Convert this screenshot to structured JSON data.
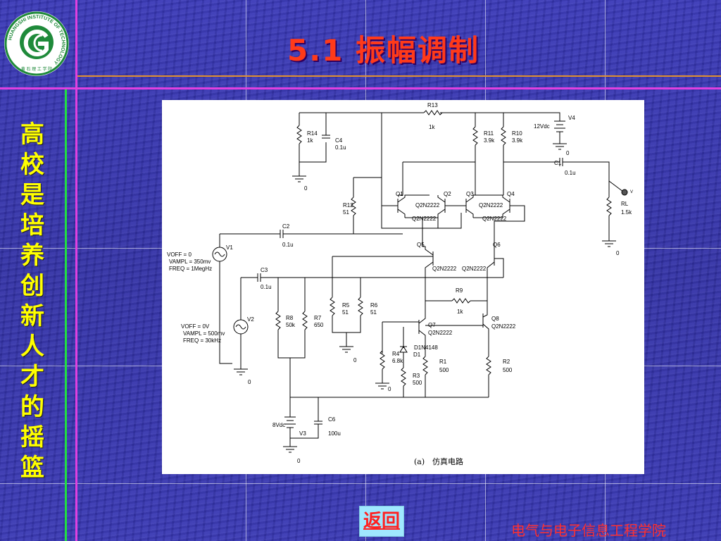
{
  "slide": {
    "title": "5.1  振幅调制",
    "side_text": [
      "高",
      "校",
      "是",
      "培",
      "养",
      "创",
      "新",
      "人",
      "才",
      "的",
      "摇",
      "篮"
    ],
    "back_button": "返回",
    "footer": "电气与电子信息工程学院"
  },
  "logo": {
    "ring_text": "HUANGSHI INSTITUTE OF TECHNOLOGY",
    "bottom_text": "黄 石 理 工 学 院",
    "colors": {
      "ring": "#1f8a3a",
      "inner": "#2e9a4a"
    }
  },
  "diagram": {
    "caption_prefix": "(a)",
    "caption": "仿真电路",
    "components": {
      "R13": {
        "name": "R13",
        "value": "1k"
      },
      "R14": {
        "name": "R14",
        "value": "1k"
      },
      "C4": {
        "name": "C4",
        "value": "0.1u"
      },
      "R11": {
        "name": "R11",
        "value": "3.9k"
      },
      "R10": {
        "name": "R10",
        "value": "3.9k"
      },
      "V4": {
        "name": "V4",
        "value": "12Vdc"
      },
      "C1": {
        "name": "C1",
        "value": "0.1u"
      },
      "R12": {
        "name": "R12",
        "value": "51"
      },
      "Q1": {
        "name": "Q1",
        "model": "Q2N2222"
      },
      "Q2": {
        "name": "Q2",
        "model": "Q2N2222"
      },
      "Q3": {
        "name": "Q3",
        "model": "Q2N2222"
      },
      "Q4": {
        "name": "Q4",
        "model": "Q2N2222"
      },
      "RL": {
        "name": "RL",
        "value": "1.5k"
      },
      "C2": {
        "name": "C2",
        "value": "0.1u"
      },
      "V1": {
        "name": "V1",
        "params": [
          "VOFF = 0",
          "VAMPL = 350mv",
          "FREQ = 1MegHz"
        ]
      },
      "Q5": {
        "name": "Q5",
        "model": "Q2N2222"
      },
      "Q6": {
        "name": "Q6",
        "model": "Q2N2222"
      },
      "C3": {
        "name": "C3",
        "value": "0.1u"
      },
      "R9": {
        "name": "R9",
        "value": "1k"
      },
      "R5": {
        "name": "R5",
        "value": "51"
      },
      "R6": {
        "name": "R6",
        "value": "51"
      },
      "R8": {
        "name": "R8",
        "value": "50k"
      },
      "R7": {
        "name": "R7",
        "value": "650"
      },
      "V2": {
        "name": "V2",
        "params": [
          "VOFF = 0V",
          "VAMPL = 500mv",
          "FREQ = 30kHz"
        ]
      },
      "Q7": {
        "name": "Q7",
        "model": "Q2N2222"
      },
      "Q8": {
        "name": "Q8",
        "model": "Q2N2222"
      },
      "D1": {
        "name": "D1",
        "model": "D1N4148"
      },
      "R4": {
        "name": "R4",
        "value": "6.8k"
      },
      "R1": {
        "name": "R1",
        "value": "500"
      },
      "R2": {
        "name": "R2",
        "value": "500"
      },
      "R3": {
        "name": "R3",
        "value": "500"
      },
      "C6": {
        "name": "C6",
        "value": "100u"
      },
      "V3": {
        "name": "V3",
        "value": "8Vdc"
      }
    },
    "ground_label": "0",
    "probe_label": "V"
  }
}
